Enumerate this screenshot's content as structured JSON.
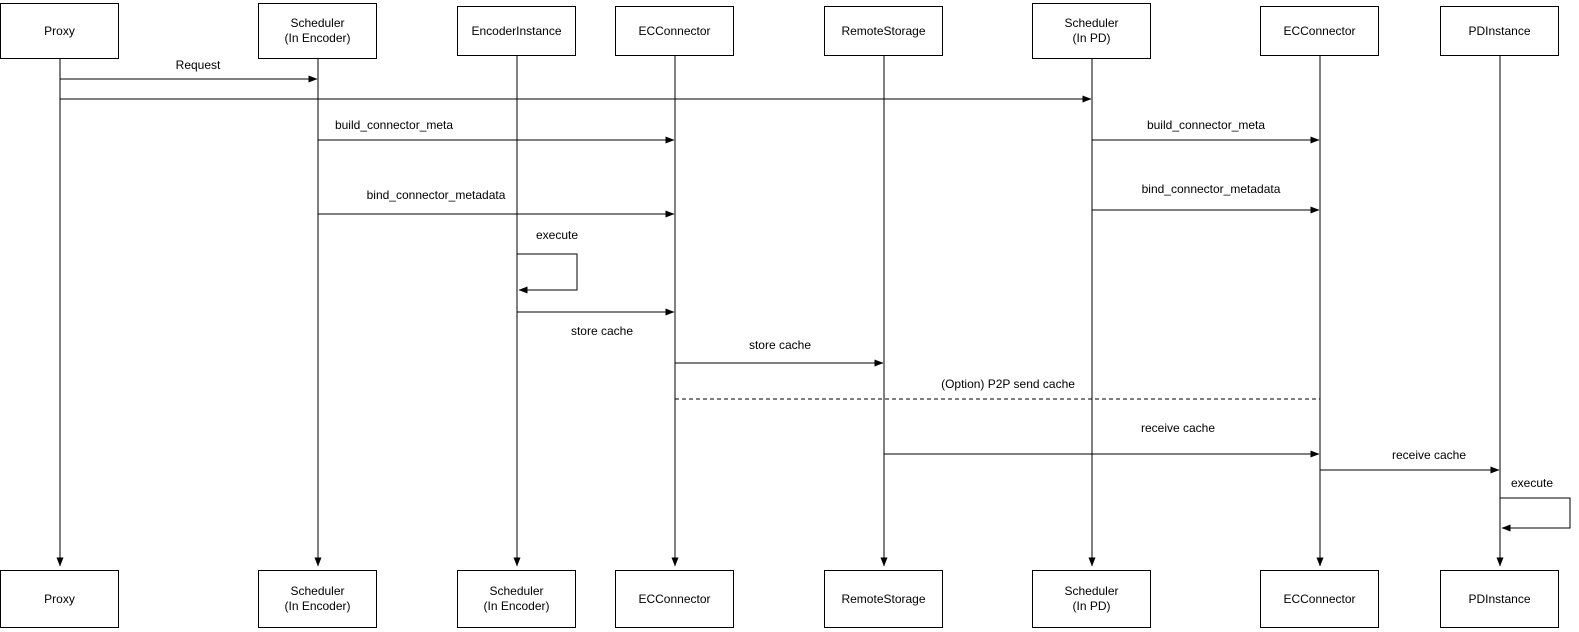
{
  "diagram": {
    "type": "sequence",
    "colors": {
      "background": "#ffffff",
      "line": "#000000",
      "text": "#000000"
    }
  },
  "actors": [
    {
      "id": "proxy",
      "top_label": "Proxy",
      "bottom_label": "Proxy"
    },
    {
      "id": "scheduler-encoder",
      "top_label": "Scheduler\n(In Encoder)",
      "bottom_label": "Scheduler\n(In Encoder)"
    },
    {
      "id": "encoder-instance",
      "top_label": "EncoderInstance",
      "bottom_label": "Scheduler\n(In Encoder)"
    },
    {
      "id": "ec-connector-1",
      "top_label": "ECConnector",
      "bottom_label": "ECConnector"
    },
    {
      "id": "remote-storage",
      "top_label": "RemoteStorage",
      "bottom_label": "RemoteStorage"
    },
    {
      "id": "scheduler-pd",
      "top_label": "Scheduler\n(In PD)",
      "bottom_label": "Scheduler\n(In PD)"
    },
    {
      "id": "ec-connector-2",
      "top_label": "ECConnector",
      "bottom_label": "ECConnector"
    },
    {
      "id": "pd-instance",
      "top_label": "PDInstance",
      "bottom_label": "PDInstance"
    }
  ],
  "messages": [
    {
      "label": "Request",
      "from": "Proxy",
      "to": "Scheduler (In Encoder)",
      "style": "solid"
    },
    {
      "label": "",
      "from": "Proxy",
      "to": "Scheduler (In PD)",
      "style": "solid"
    },
    {
      "label": "build_connector_meta",
      "from": "Scheduler (In Encoder)",
      "to": "ECConnector",
      "style": "solid"
    },
    {
      "label": "build_connector_meta",
      "from": "Scheduler (In PD)",
      "to": "ECConnector",
      "style": "solid"
    },
    {
      "label": "bind_connector_metadata",
      "from": "Scheduler (In Encoder)",
      "to": "ECConnector",
      "style": "solid"
    },
    {
      "label": "bind_connector_metadata",
      "from": "Scheduler (In PD)",
      "to": "ECConnector",
      "style": "solid"
    },
    {
      "label": "execute",
      "from": "EncoderInstance",
      "to": "EncoderInstance",
      "style": "self-loop"
    },
    {
      "label": "store cache",
      "from": "EncoderInstance",
      "to": "ECConnector",
      "style": "solid"
    },
    {
      "label": "store cache",
      "from": "ECConnector",
      "to": "RemoteStorage",
      "style": "solid"
    },
    {
      "label": "(Option) P2P send cache",
      "from": "ECConnector",
      "to": "ECConnector",
      "style": "dashed"
    },
    {
      "label": "receive cache",
      "from": "RemoteStorage",
      "to": "ECConnector",
      "style": "solid"
    },
    {
      "label": "receive cache",
      "from": "ECConnector",
      "to": "PDInstance",
      "style": "solid"
    },
    {
      "label": "execute",
      "from": "PDInstance",
      "to": "PDInstance",
      "style": "self-loop"
    }
  ]
}
